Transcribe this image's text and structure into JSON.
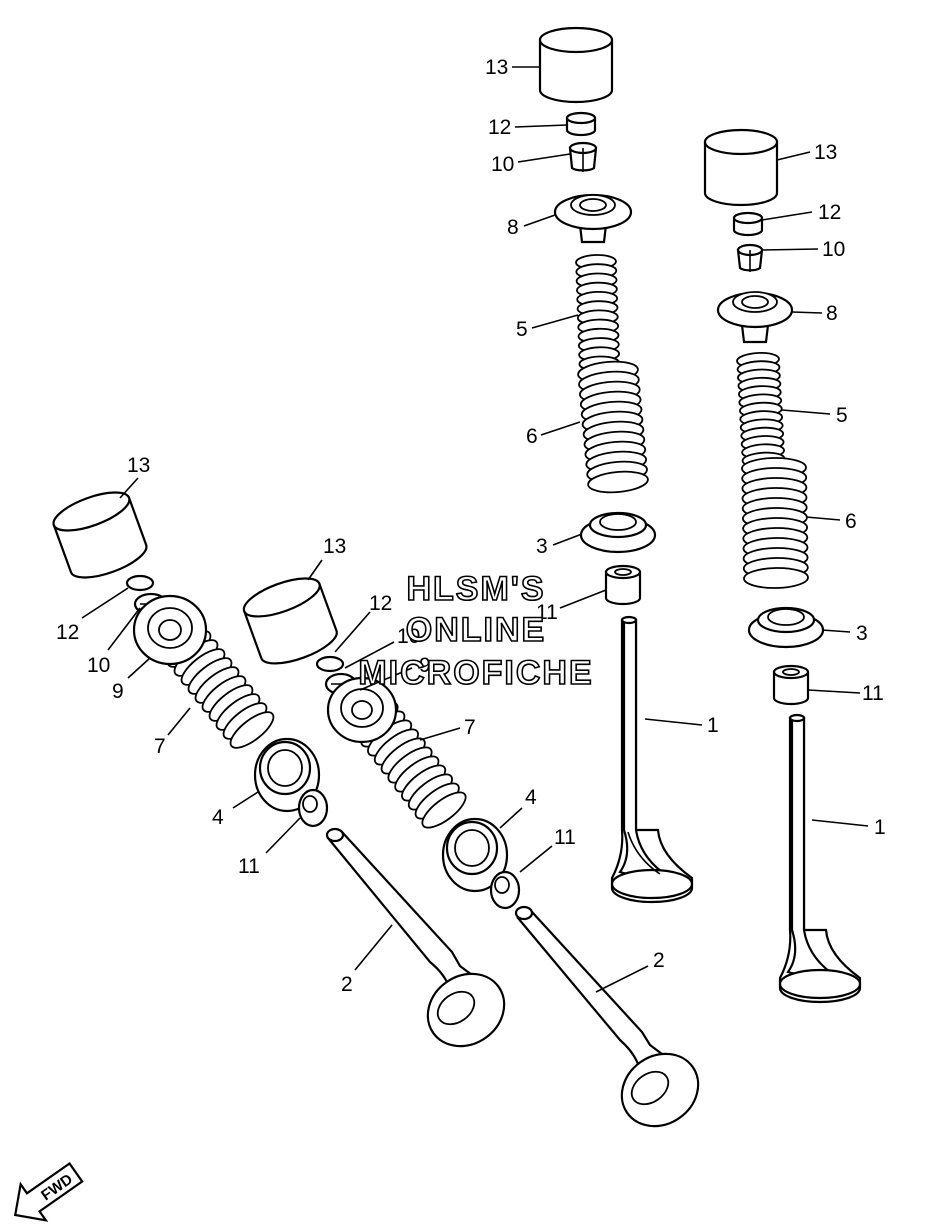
{
  "watermark": {
    "line1": "HLSM'S",
    "line2": "ONLINE",
    "line3": "MICROFICHE"
  },
  "direction_label": "FWD",
  "callouts": {
    "a13": "13",
    "a12": "12",
    "a10": "10",
    "a8": "8",
    "a5": "5",
    "a6": "6",
    "a3": "3",
    "a11": "11",
    "a1": "1",
    "b13": "13",
    "b12": "12",
    "b10": "10",
    "b8": "8",
    "b5": "5",
    "b6": "6",
    "b3": "3",
    "b11": "11",
    "b1": "1",
    "c13": "13",
    "c12": "12",
    "c10": "10",
    "c9": "9",
    "c7": "7",
    "c4": "4",
    "c11": "11",
    "c2": "2",
    "d13": "13",
    "d12": "12",
    "d10": "10",
    "d9": "9",
    "d7": "7",
    "d4": "4",
    "d11": "11",
    "d2": "2"
  },
  "icons": {
    "arrow": "fwd-arrow-icon"
  }
}
